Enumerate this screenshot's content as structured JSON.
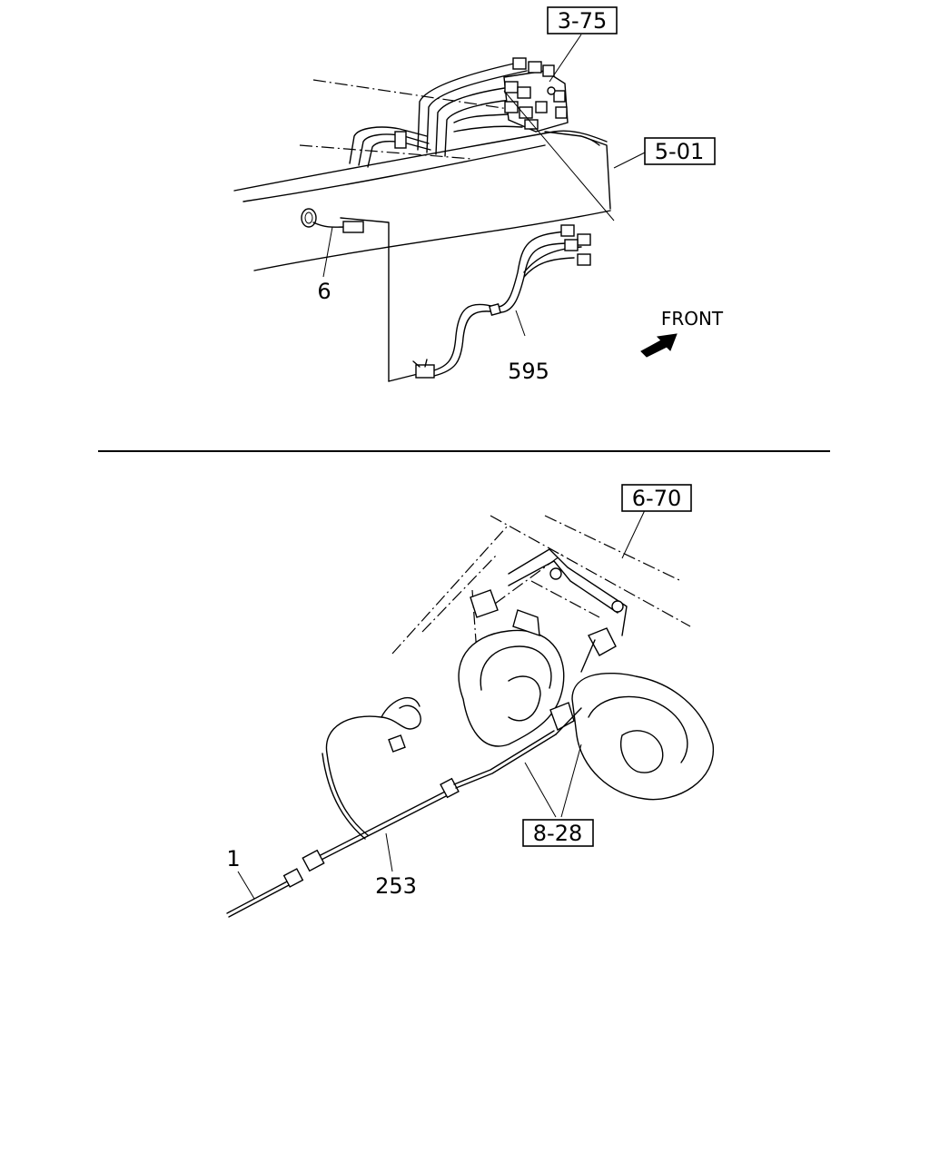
{
  "top_diagram": {
    "callouts": {
      "ref_3_75": "3-75",
      "ref_5_01": "5-01",
      "part_6": "6",
      "part_595": "595"
    },
    "direction_label": "FRONT",
    "direction_icon": "arrow-icon"
  },
  "bottom_diagram": {
    "callouts": {
      "ref_6_70": "6-70",
      "ref_8_28": "8-28",
      "part_1": "1",
      "part_253": "253"
    }
  }
}
